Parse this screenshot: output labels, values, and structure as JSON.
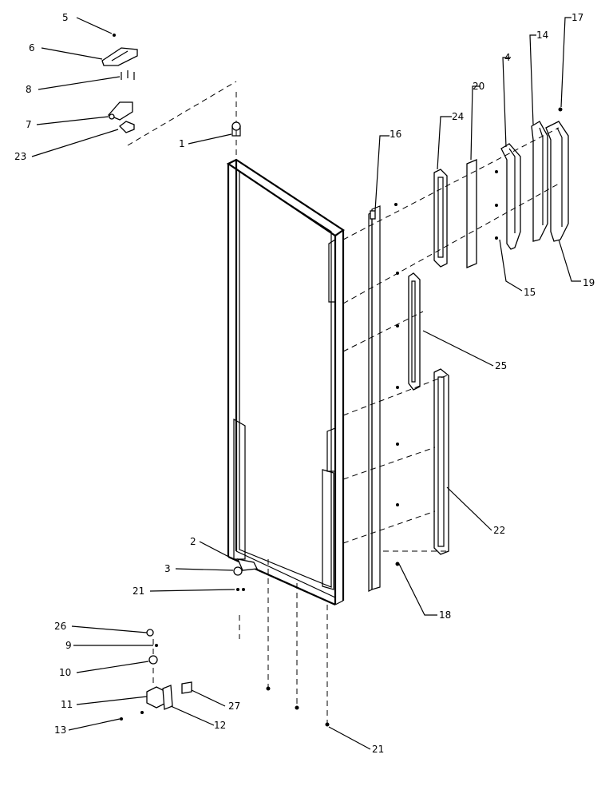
{
  "callouts": [
    {
      "id": "c1",
      "label": "1"
    },
    {
      "id": "c2",
      "label": "2"
    },
    {
      "id": "c3",
      "label": "3"
    },
    {
      "id": "c4",
      "label": "4"
    },
    {
      "id": "c5",
      "label": "5"
    },
    {
      "id": "c6",
      "label": "6"
    },
    {
      "id": "c7",
      "label": "7"
    },
    {
      "id": "c8",
      "label": "8"
    },
    {
      "id": "c9",
      "label": "9"
    },
    {
      "id": "c10",
      "label": "10"
    },
    {
      "id": "c11",
      "label": "11"
    },
    {
      "id": "c12",
      "label": "12"
    },
    {
      "id": "c13",
      "label": "13"
    },
    {
      "id": "c14",
      "label": "14"
    },
    {
      "id": "c15",
      "label": "15"
    },
    {
      "id": "c16",
      "label": "16"
    },
    {
      "id": "c17",
      "label": "17"
    },
    {
      "id": "c18",
      "label": "18"
    },
    {
      "id": "c19",
      "label": "19"
    },
    {
      "id": "c20",
      "label": "20"
    },
    {
      "id": "c21a",
      "label": "21"
    },
    {
      "id": "c21b",
      "label": "21"
    },
    {
      "id": "c22",
      "label": "22"
    },
    {
      "id": "c23",
      "label": "23"
    },
    {
      "id": "c24",
      "label": "24"
    },
    {
      "id": "c25",
      "label": "25"
    },
    {
      "id": "c26",
      "label": "26"
    },
    {
      "id": "c27",
      "label": "27"
    }
  ]
}
